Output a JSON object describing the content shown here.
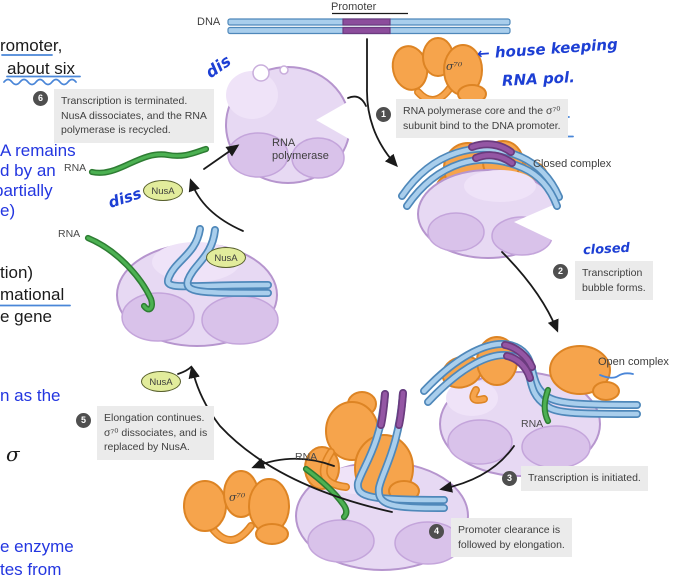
{
  "figure": {
    "labels": {
      "dna": "DNA",
      "promoter": "Promoter",
      "rna": "RNA",
      "rna_polymerase_line1": "RNA",
      "rna_polymerase_line2": "polymerase",
      "closed_complex": "Closed complex",
      "open_complex": "Open complex",
      "sigma70": "σ⁷⁰",
      "nusa": "NusA"
    },
    "steps": [
      {
        "num": "1",
        "lines": [
          "RNA polymerase core and the σ⁷⁰",
          "subunit bind to the DNA promoter."
        ]
      },
      {
        "num": "2",
        "lines": [
          "Transcription",
          "bubble forms."
        ]
      },
      {
        "num": "3",
        "lines": [
          "Transcription is initiated."
        ]
      },
      {
        "num": "4",
        "lines": [
          "Promoter clearance is",
          "followed by elongation."
        ]
      },
      {
        "num": "5",
        "lines": [
          "Elongation continues.",
          "σ⁷⁰ dissociates, and is",
          "replaced by NusA."
        ]
      },
      {
        "num": "6",
        "lines": [
          "Transcription is terminated.",
          "NusA dissociates, and the RNA",
          "polymerase is recycled."
        ]
      }
    ]
  },
  "handwriting": {
    "dis": "dis",
    "diss": "diss",
    "house_keeping_line1": "← house keeping",
    "house_keeping_line2": "RNA pol.",
    "closed": "closed"
  },
  "margin_notes": [
    {
      "text": "romoter,"
    },
    {
      "text": "about six"
    },
    {
      "text": "A remains"
    },
    {
      "text": "d by an"
    },
    {
      "text": "partially"
    },
    {
      "text": "e)"
    },
    {
      "text": "tion)"
    },
    {
      "text": "mational"
    },
    {
      "text": "e gene"
    },
    {
      "text": "n as the"
    },
    {
      "text": "σ"
    },
    {
      "text": "e enzyme"
    },
    {
      "text": "tes from"
    }
  ],
  "colors": {
    "dna_blue": "#a9ceec",
    "dna_edge_blue": "#4f88ba",
    "promoter_purple": "#8c4d9c",
    "sigma_orange": "#f6a44c",
    "polymerase_lavender": "#e7d9f3",
    "nusa_yellow_green": "#e2ec9c",
    "rna_green": "#4cb152",
    "step_box_gray": "#ebebeb",
    "step_number_gray": "#4f4f4f",
    "margin_note_blue": "#2336e0",
    "handwriting_ink_blue": "#1d3fd4"
  }
}
